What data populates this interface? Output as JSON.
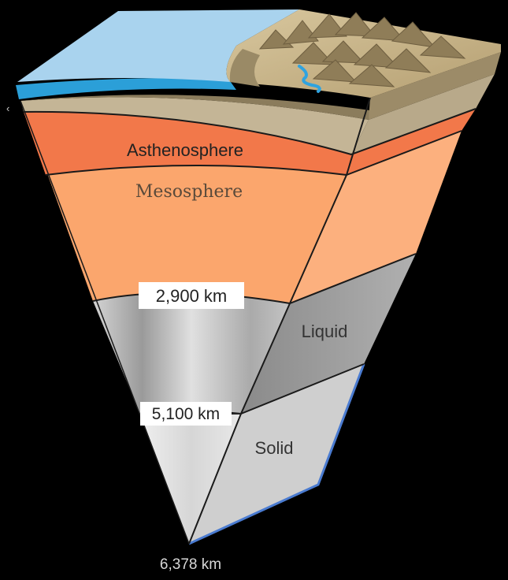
{
  "diagram": {
    "layers": [
      {
        "key": "asthenosphere",
        "label": "Asthenosphere"
      },
      {
        "key": "mesosphere",
        "label": "Mesosphere"
      },
      {
        "key": "outer_core",
        "label": "Liquid"
      },
      {
        "key": "inner_core",
        "label": "Solid"
      }
    ],
    "depth_labels": [
      {
        "key": "mantle_core_boundary",
        "text": "2,900 km"
      },
      {
        "key": "inner_core_boundary",
        "text": "5,100 km"
      },
      {
        "key": "center",
        "text": "6,378 km"
      }
    ],
    "colors": {
      "ocean": "#a9d3ee",
      "ocean_edge": "#2b9fd8",
      "crust_land": "#c9b58a",
      "crust_dark": "#8b7c5c",
      "lithosphere": "#b8a98a",
      "asthenosphere": "#f2784a",
      "mesosphere": "#fba66d",
      "outer_core": "#b9b9b9",
      "inner_core": "#dedede",
      "river": "#2fa3e0"
    }
  }
}
